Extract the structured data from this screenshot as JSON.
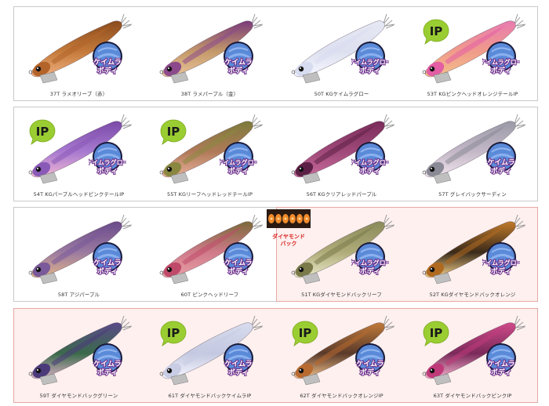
{
  "rows": [
    {
      "highlight": "none",
      "items": [
        {
          "code": "37T",
          "name": "ラメオリーブ（赤）",
          "badge": "ケイムラ\nボディ",
          "ip": false,
          "colors": {
            "back": "#8a4b1c",
            "belly": "#f0b081",
            "stripe": "#c47a3a",
            "head": "#b3642a"
          }
        },
        {
          "code": "38T",
          "name": "ラメパープル（金）",
          "badge": "ケイムラ\nボディ",
          "ip": false,
          "colors": {
            "back": "#7a3a7a",
            "belly": "#e9c39a",
            "stripe": "#c49a6a",
            "head": "#8c4a8c"
          }
        },
        {
          "code": "50T",
          "name": "KGケイムラグロー",
          "badge": "ケイムラグロー\nボディ",
          "ip": false,
          "colors": {
            "back": "#e6e8f4",
            "belly": "#f6f7ff",
            "stripe": "#dde0ef",
            "head": "#d8dcf0"
          }
        },
        {
          "code": "53T",
          "name": "KGピンクヘッドオレンジテールIP",
          "badge": "ケイムラグロー\nボディ",
          "ip": true,
          "colors": {
            "back": "#e87bb0",
            "belly": "#f4c08a",
            "stripe": "#f09b8a",
            "head": "#e35ea5"
          }
        }
      ]
    },
    {
      "highlight": "none",
      "items": [
        {
          "code": "54T",
          "name": "KGパープルヘッドピンクテールIP",
          "badge": "ケイムラグロー\nボディ",
          "ip": true,
          "colors": {
            "back": "#7a4aa8",
            "belly": "#f0b6d3",
            "stripe": "#a87ad0",
            "head": "#8a5ab8"
          }
        },
        {
          "code": "55T",
          "name": "KGリーフヘッドレッドテールIP",
          "badge": "ケイムラグロー\nボディ",
          "ip": true,
          "colors": {
            "back": "#7c7a3a",
            "belly": "#e8b09a",
            "stripe": "#b07a5a",
            "head": "#8a8840"
          }
        },
        {
          "code": "56T",
          "name": "KGクリアレッドパープル",
          "badge": "ケイムラグロー\nボディ",
          "ip": false,
          "colors": {
            "back": "#7a2c5a",
            "belly": "#c86a9a",
            "stripe": "#a04a7a",
            "head": "#5c2046"
          }
        },
        {
          "code": "57T",
          "name": "グレイバックサーディン",
          "badge": "ケイムラ\nボディ",
          "ip": false,
          "colors": {
            "back": "#9a9aa6",
            "belly": "#efe4ec",
            "stripe": "#c4b8c8",
            "head": "#8a8a96"
          }
        }
      ]
    },
    {
      "highlight": "right-half",
      "items": [
        {
          "code": "58T",
          "name": "アジパープル",
          "badge": "ケイムラ\nボディ",
          "ip": false,
          "colors": {
            "back": "#6a4a8a",
            "belly": "#e0b38a",
            "stripe": "#9a7aa0",
            "head": "#7a5a9a"
          }
        },
        {
          "code": "60T",
          "name": "ピンクヘッドリーフ",
          "badge": "ケイムラ\nボディ",
          "ip": false,
          "colors": {
            "back": "#7a6a3a",
            "belly": "#e8a0a6",
            "stripe": "#d07a8a",
            "head": "#c04a6a"
          }
        },
        {
          "code": "51T",
          "name": "KGダイヤモンドバックリーフ",
          "badge": "ケイムラグロー\nボディ",
          "ip": false,
          "colors": {
            "back": "#8a8a5a",
            "belly": "#e8e8c8",
            "stripe": "#b0ac7a",
            "head": "#7a7a4a"
          }
        },
        {
          "code": "52T",
          "name": "KGダイヤモンドバックオレンジ",
          "badge": "ケイムラグロー\nボディ",
          "ip": false,
          "colors": {
            "back": "#c07a2a",
            "belly": "#f4d08a",
            "stripe": "#3a2a1a",
            "head": "#b06a20"
          }
        }
      ]
    },
    {
      "highlight": "full",
      "items": [
        {
          "code": "59T",
          "name": "ダイヤモンドバックグリーン",
          "badge": "ケイムラ\nボディ",
          "ip": false,
          "colors": {
            "back": "#5a4a8a",
            "belly": "#d8b0c4",
            "stripe": "#3a6a4a",
            "head": "#4a3a7a"
          }
        },
        {
          "code": "61T",
          "name": "ダイヤモンドバックケイムラIP",
          "badge": "ケイムラ\nボディ",
          "ip": true,
          "colors": {
            "back": "#d8dcee",
            "belly": "#f6f7ff",
            "stripe": "#c4c8e0",
            "head": "#c8cce4"
          }
        },
        {
          "code": "62T",
          "name": "ダイヤモンドバックオレンジIP",
          "badge": "ケイムラ\nボディ",
          "ip": true,
          "colors": {
            "back": "#c07a3a",
            "belly": "#f0c08a",
            "stripe": "#5a3a2a",
            "head": "#b86a30"
          }
        },
        {
          "code": "63T",
          "name": "ダイヤモンドバックピンクIP",
          "badge": "ケイムラ\nボディ",
          "ip": true,
          "colors": {
            "back": "#d04a8a",
            "belly": "#f4b0cc",
            "stripe": "#7a2a5a",
            "head": "#c03a7a"
          }
        }
      ]
    }
  ],
  "ip_label": "IP",
  "diamond_back_label": "ダイヤモンド\nバック",
  "badge_color": "#5a8ad8",
  "badge_text_color": "#6a2a8a",
  "ip_color": "#9acd32"
}
